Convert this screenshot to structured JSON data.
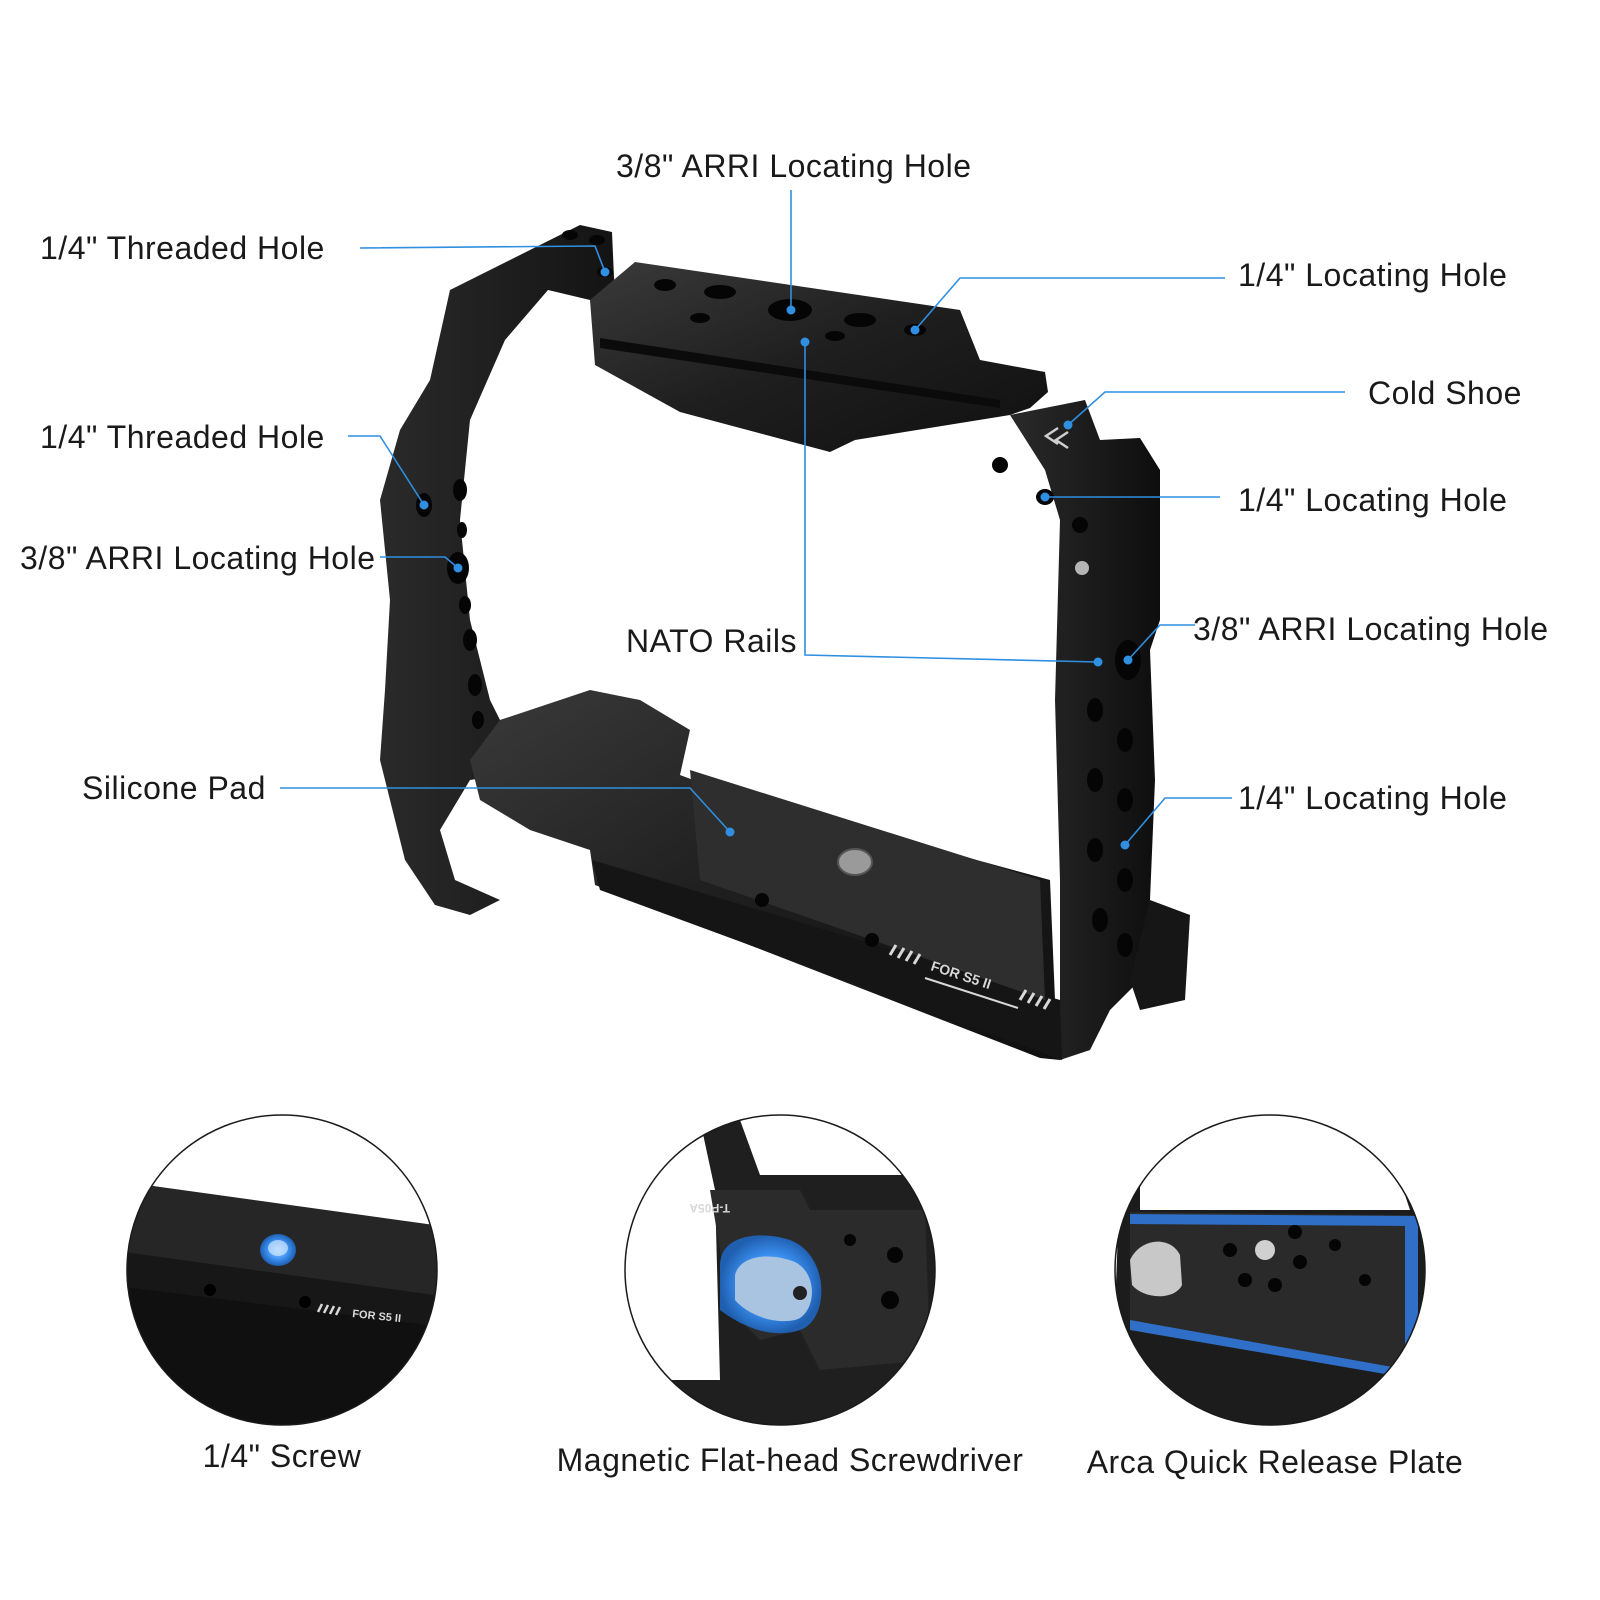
{
  "callouts": {
    "arri_top": "3/8\" ARRI Locating Hole",
    "threaded_top": "1/4\" Threaded Hole",
    "locating_top_right": "1/4\" Locating Hole",
    "cold_shoe": "Cold Shoe",
    "threaded_left": "1/4\" Threaded Hole",
    "locating_right_mid": "1/4\" Locating Hole",
    "arri_left": "3/8\" ARRI Locating Hole",
    "nato_rails": "NATO Rails",
    "arri_right": "3/8\" ARRI Locating Hole",
    "silicone_pad": "Silicone Pad",
    "locating_right_low": "1/4\" Locating Hole"
  },
  "engraving": {
    "cage_model": "FOR S5 II",
    "tool_text": "T-P05A"
  },
  "accessories": {
    "screw": "1/4\" Screw",
    "screwdriver": "Magnetic Flat-head Screwdriver",
    "plate": "Arca Quick Release Plate"
  },
  "colors": {
    "callout_blue": "#2f8fe0",
    "cage_black": "#1c1c1c",
    "highlight_blue": "#3a8ff0"
  }
}
